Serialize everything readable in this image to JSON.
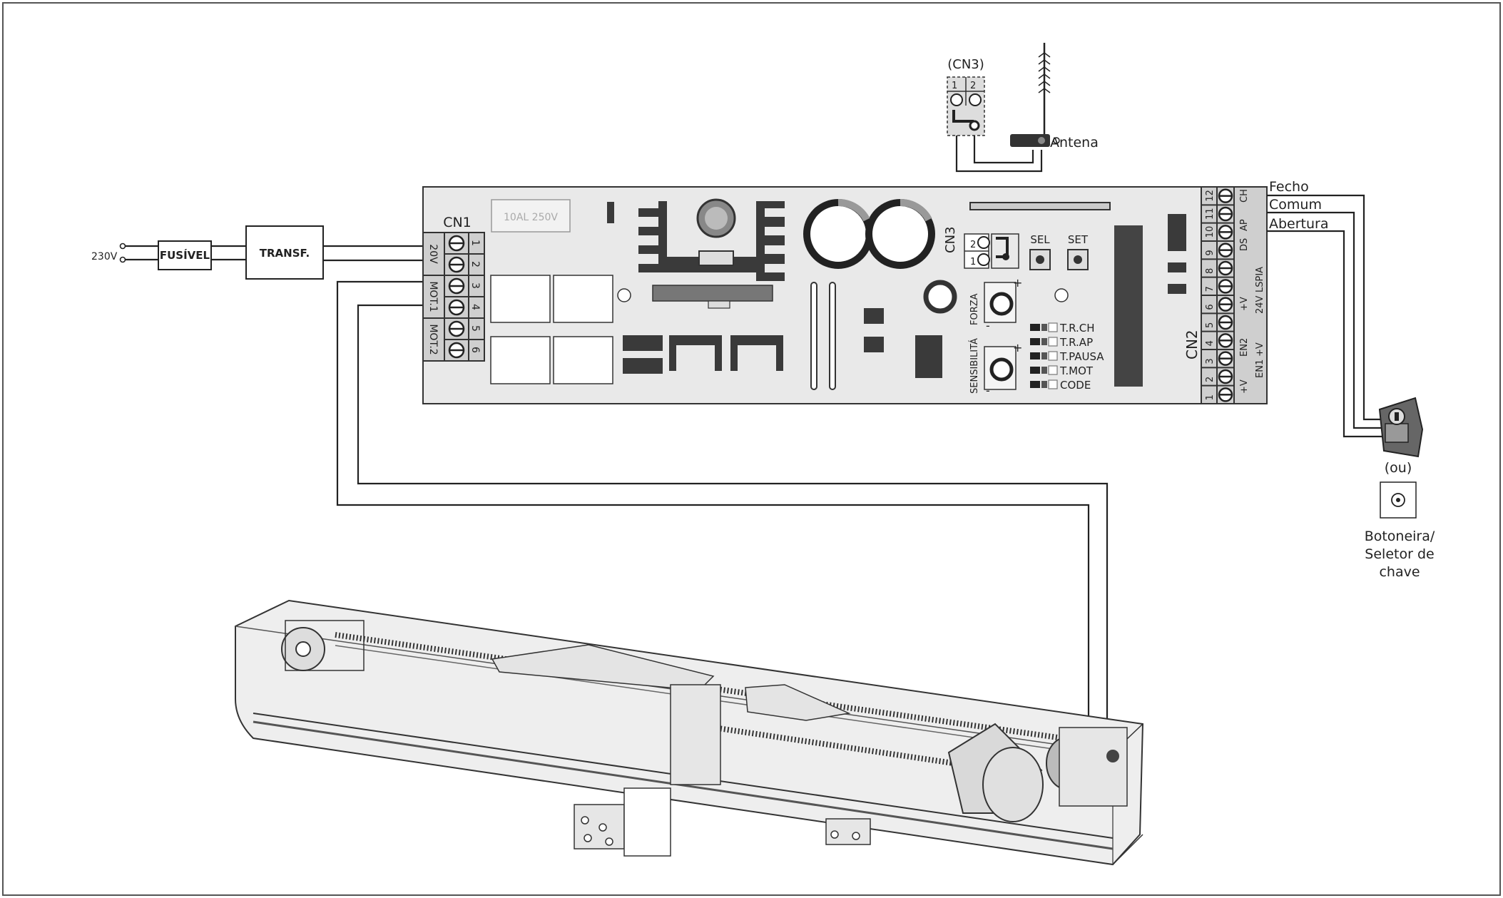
{
  "mains": {
    "voltage": "230V",
    "fuse": "FUSÍVEL",
    "transformer": "TRANSF."
  },
  "cn1": {
    "title": "CN1",
    "pins": [
      "1",
      "2",
      "3",
      "4",
      "5",
      "6"
    ],
    "groups": [
      "20V",
      "MOT.1",
      "MOT.2"
    ]
  },
  "board": {
    "relay_label": "10AL 250V",
    "cn3_label": "CN3",
    "cn3_pins": [
      "2",
      "1"
    ],
    "sel": "SEL",
    "set": "SET",
    "forza": "FORZA",
    "sensibilita": "SENSIBILITÁ",
    "plus": "+",
    "minus": "-",
    "leds": [
      "T.R.CH",
      "T.R.AP",
      "T.PAUSA",
      "T.MOT",
      "CODE"
    ]
  },
  "antenna": {
    "cn3_title": "(CN3)",
    "pins": [
      "1",
      "2"
    ],
    "label": "Antena"
  },
  "cn2": {
    "title": "CN2",
    "pins": [
      "1",
      "2",
      "3",
      "4",
      "5",
      "6",
      "7",
      "8",
      "9",
      "10",
      "11",
      "12"
    ],
    "signals": [
      "+V",
      "EN1",
      "EN2",
      "+V",
      "24V",
      "+V",
      "LSPIA",
      "DS",
      "AP",
      "CH"
    ]
  },
  "selector": {
    "wires": [
      "Fecho",
      "Comum",
      "Abertura"
    ],
    "or": "(ou)",
    "label_lines": [
      "Botoneira/",
      "Seletor de",
      "chave"
    ]
  }
}
